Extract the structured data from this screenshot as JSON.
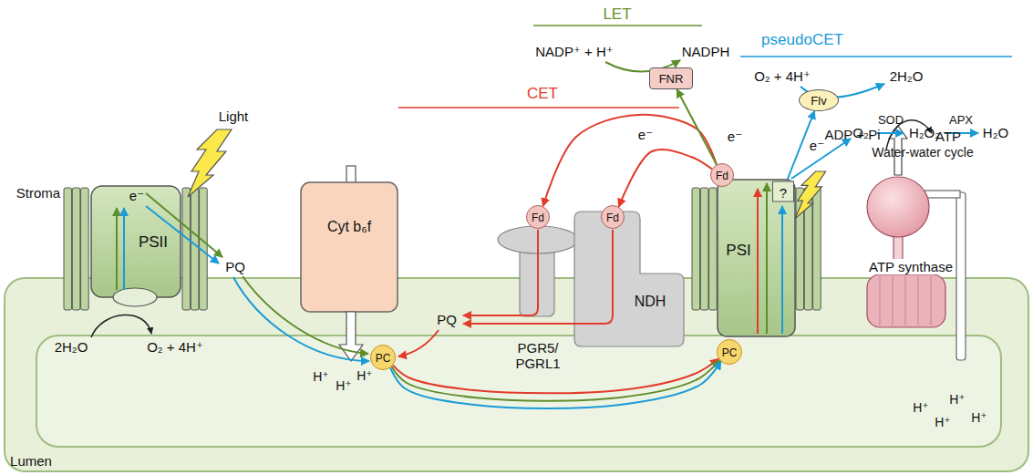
{
  "diagram": {
    "nodes": [
      {
        "text": [
          "FNR"
        ]
      },
      {
        "text": [
          "Flv"
        ]
      },
      {
        "text": [
          "PSII"
        ]
      },
      {
        "text": [
          "Cyt b₆f"
        ]
      },
      {
        "text": [
          "Fd"
        ]
      },
      {
        "text": [
          "Fd"
        ]
      },
      {
        "text": [
          "Fd"
        ]
      },
      {
        "text": [
          "PGR5/ PGRL1"
        ]
      },
      {
        "text": [
          "NDH"
        ]
      },
      {
        "text": [
          "PSI"
        ]
      },
      {
        "text": [
          "ATP synthase"
        ]
      },
      {
        "text": [
          "PC"
        ]
      },
      {
        "text": [
          "PC"
        ]
      }
    ],
    "edges": [
      {
        "from": 6,
        "to": 4,
        "arrow": "to"
      },
      {
        "from": 6,
        "to": 5,
        "arrow": "to"
      },
      {
        "from": 6,
        "to": 0,
        "arrow": "to"
      },
      {
        "from": 9,
        "to": 1,
        "arrow": "to"
      },
      {
        "from": 11,
        "to": 12,
        "arrow": "to"
      },
      {
        "from": 11,
        "to": 12,
        "arrow": "to"
      },
      {
        "from": 11,
        "to": 12,
        "arrow": "to"
      }
    ],
    "labels": [
      "LET",
      "NADP⁺ + H⁺",
      "NADPH",
      "CET",
      "pseudoCET",
      "O₂ + 4H⁺",
      "2H₂O",
      "SOD",
      "APX",
      "O₂⁻",
      "H₂O₂",
      "H₂O",
      "Water-water cycle",
      "e⁻",
      "e⁻",
      "e⁻",
      "Stroma",
      "Light",
      "e⁻",
      "PQ",
      "2H₂O",
      "O₂ + 4H⁺",
      "PQ",
      "H⁺",
      "H⁺",
      "H⁺",
      "?",
      "ADP + Pi",
      "ATP",
      "H⁺",
      "H⁺",
      "H⁺",
      "H⁺",
      "Lumen"
    ]
  }
}
